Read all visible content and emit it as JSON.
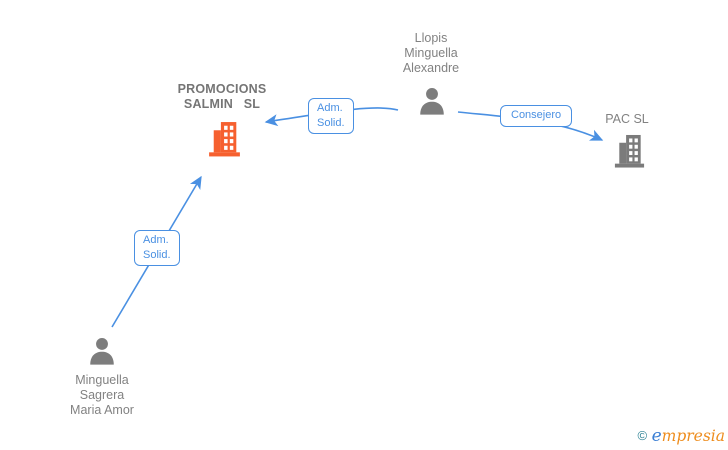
{
  "colors": {
    "line": "#4a90e2",
    "label_text": "#4a90e2",
    "label_border": "#4a90e2",
    "name_text": "#828282",
    "company_title": "#757575",
    "person_icon": "#7d7d7d",
    "building_main": "#f6602f",
    "building_secondary": "#7b7b7b",
    "copyright_symbol_color": "#2a8093",
    "brand_first_letter_color": "#3b7fd4",
    "brand_rest_color": "#ee8d1e"
  },
  "nodes": {
    "person_top": {
      "type": "person",
      "lines": [
        "Llopis",
        "Minguella",
        "Alexandre"
      ]
    },
    "company_main": {
      "type": "company",
      "lines": [
        "PROMOCIONS",
        "SALMIN SL"
      ]
    },
    "company_right": {
      "type": "company",
      "lines": [
        "PAC SL"
      ]
    },
    "person_bottom": {
      "type": "person",
      "lines": [
        "Minguella",
        "Sagrera",
        "Maria Amor"
      ]
    }
  },
  "edges": [
    {
      "from": "person_top",
      "to": "company_main",
      "label_lines": [
        "Adm.",
        "Solid."
      ]
    },
    {
      "from": "person_top",
      "to": "company_right",
      "label_lines": [
        "Consejero"
      ]
    },
    {
      "from": "person_bottom",
      "to": "company_main",
      "label_lines": [
        "Adm.",
        "Solid."
      ]
    }
  ],
  "footer": {
    "copyright_symbol": "©",
    "brand_first_letter": "e",
    "brand_rest": "mpresia"
  }
}
